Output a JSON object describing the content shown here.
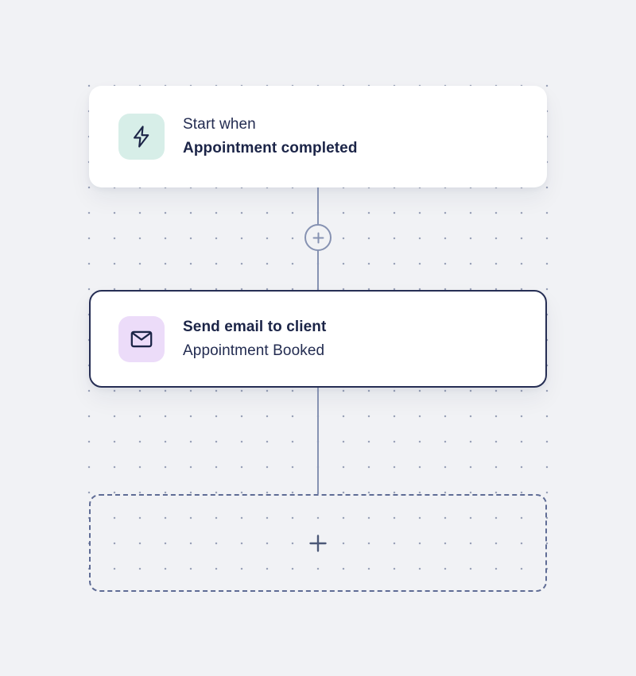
{
  "workflow": {
    "trigger_card": {
      "label": "Start when",
      "title": "Appointment completed",
      "icon": "lightning-bolt"
    },
    "insert_button": {
      "icon": "plus-circle"
    },
    "action_card": {
      "title": "Send email to client",
      "subtitle": "Appointment Booked",
      "icon": "envelope"
    },
    "add_step_box": {
      "icon": "plus"
    }
  },
  "colors": {
    "page_bg": "#f1f2f5",
    "canvas_dot": "#9aa2b8",
    "text_primary": "#232c51",
    "text_bold": "#1b2447",
    "icon_stroke": "#1c2547",
    "connector": "#8692b2",
    "action_card_border": "#262e54",
    "dashed_border": "#5f6c95",
    "dropzone_plus": "#4b5877",
    "trigger_icon_bg": "#d7eee8",
    "action_icon_bg": "#ecdcf9"
  }
}
